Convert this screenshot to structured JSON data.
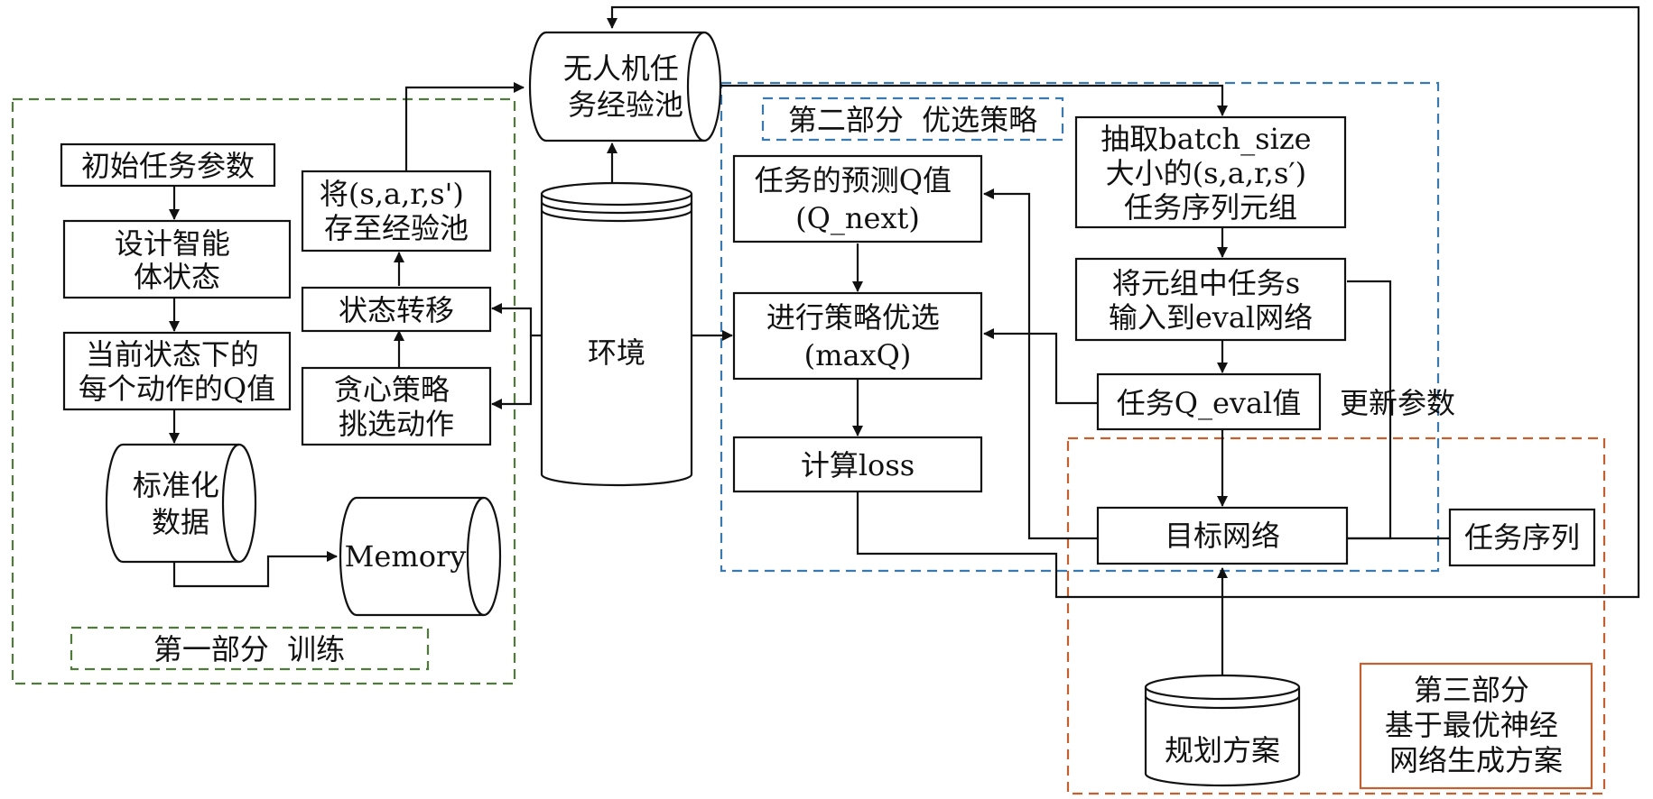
{
  "sections": {
    "part1": "第一部分  训练",
    "part2": "第二部分  优选策略",
    "part3": [
      "第三部分",
      "基于最优神经",
      "网络生成方案"
    ]
  },
  "nodes": {
    "uav_pool": [
      "无人机任",
      "务经验池"
    ],
    "init_params": "初始任务参数",
    "design_state": [
      "设计智能",
      "体状态"
    ],
    "q_values": [
      "当前状态下的",
      "每个动作的Q值"
    ],
    "normalize": [
      "标准化",
      "数据"
    ],
    "memory": "Memory",
    "store_pool": [
      "将(s,a,r,s')",
      "存至经验池"
    ],
    "state_transfer": "状态转移",
    "greedy": [
      "贪心策略",
      "挑选动作"
    ],
    "environment": "环境",
    "predict_q": [
      "任务的预测Q值",
      "(Q_next)"
    ],
    "policy_select": [
      "进行策略优选",
      "(maxQ)"
    ],
    "calc_loss": "计算loss",
    "sample_batch": [
      "抽取batch_size",
      "大小的(s,a,r,s′)",
      "任务序列元组"
    ],
    "input_eval": [
      "将元组中任务s",
      "输入到eval网络"
    ],
    "q_eval": "任务Q_eval值",
    "update_params": "更新参数",
    "target_net": "目标网络",
    "task_sequence": "任务序列",
    "plan": "规划方案"
  },
  "colors": {
    "part1_border": "#4f7a3a",
    "part2_border": "#3a78b0",
    "part3_border": "#c4602f",
    "line": "#111111"
  }
}
